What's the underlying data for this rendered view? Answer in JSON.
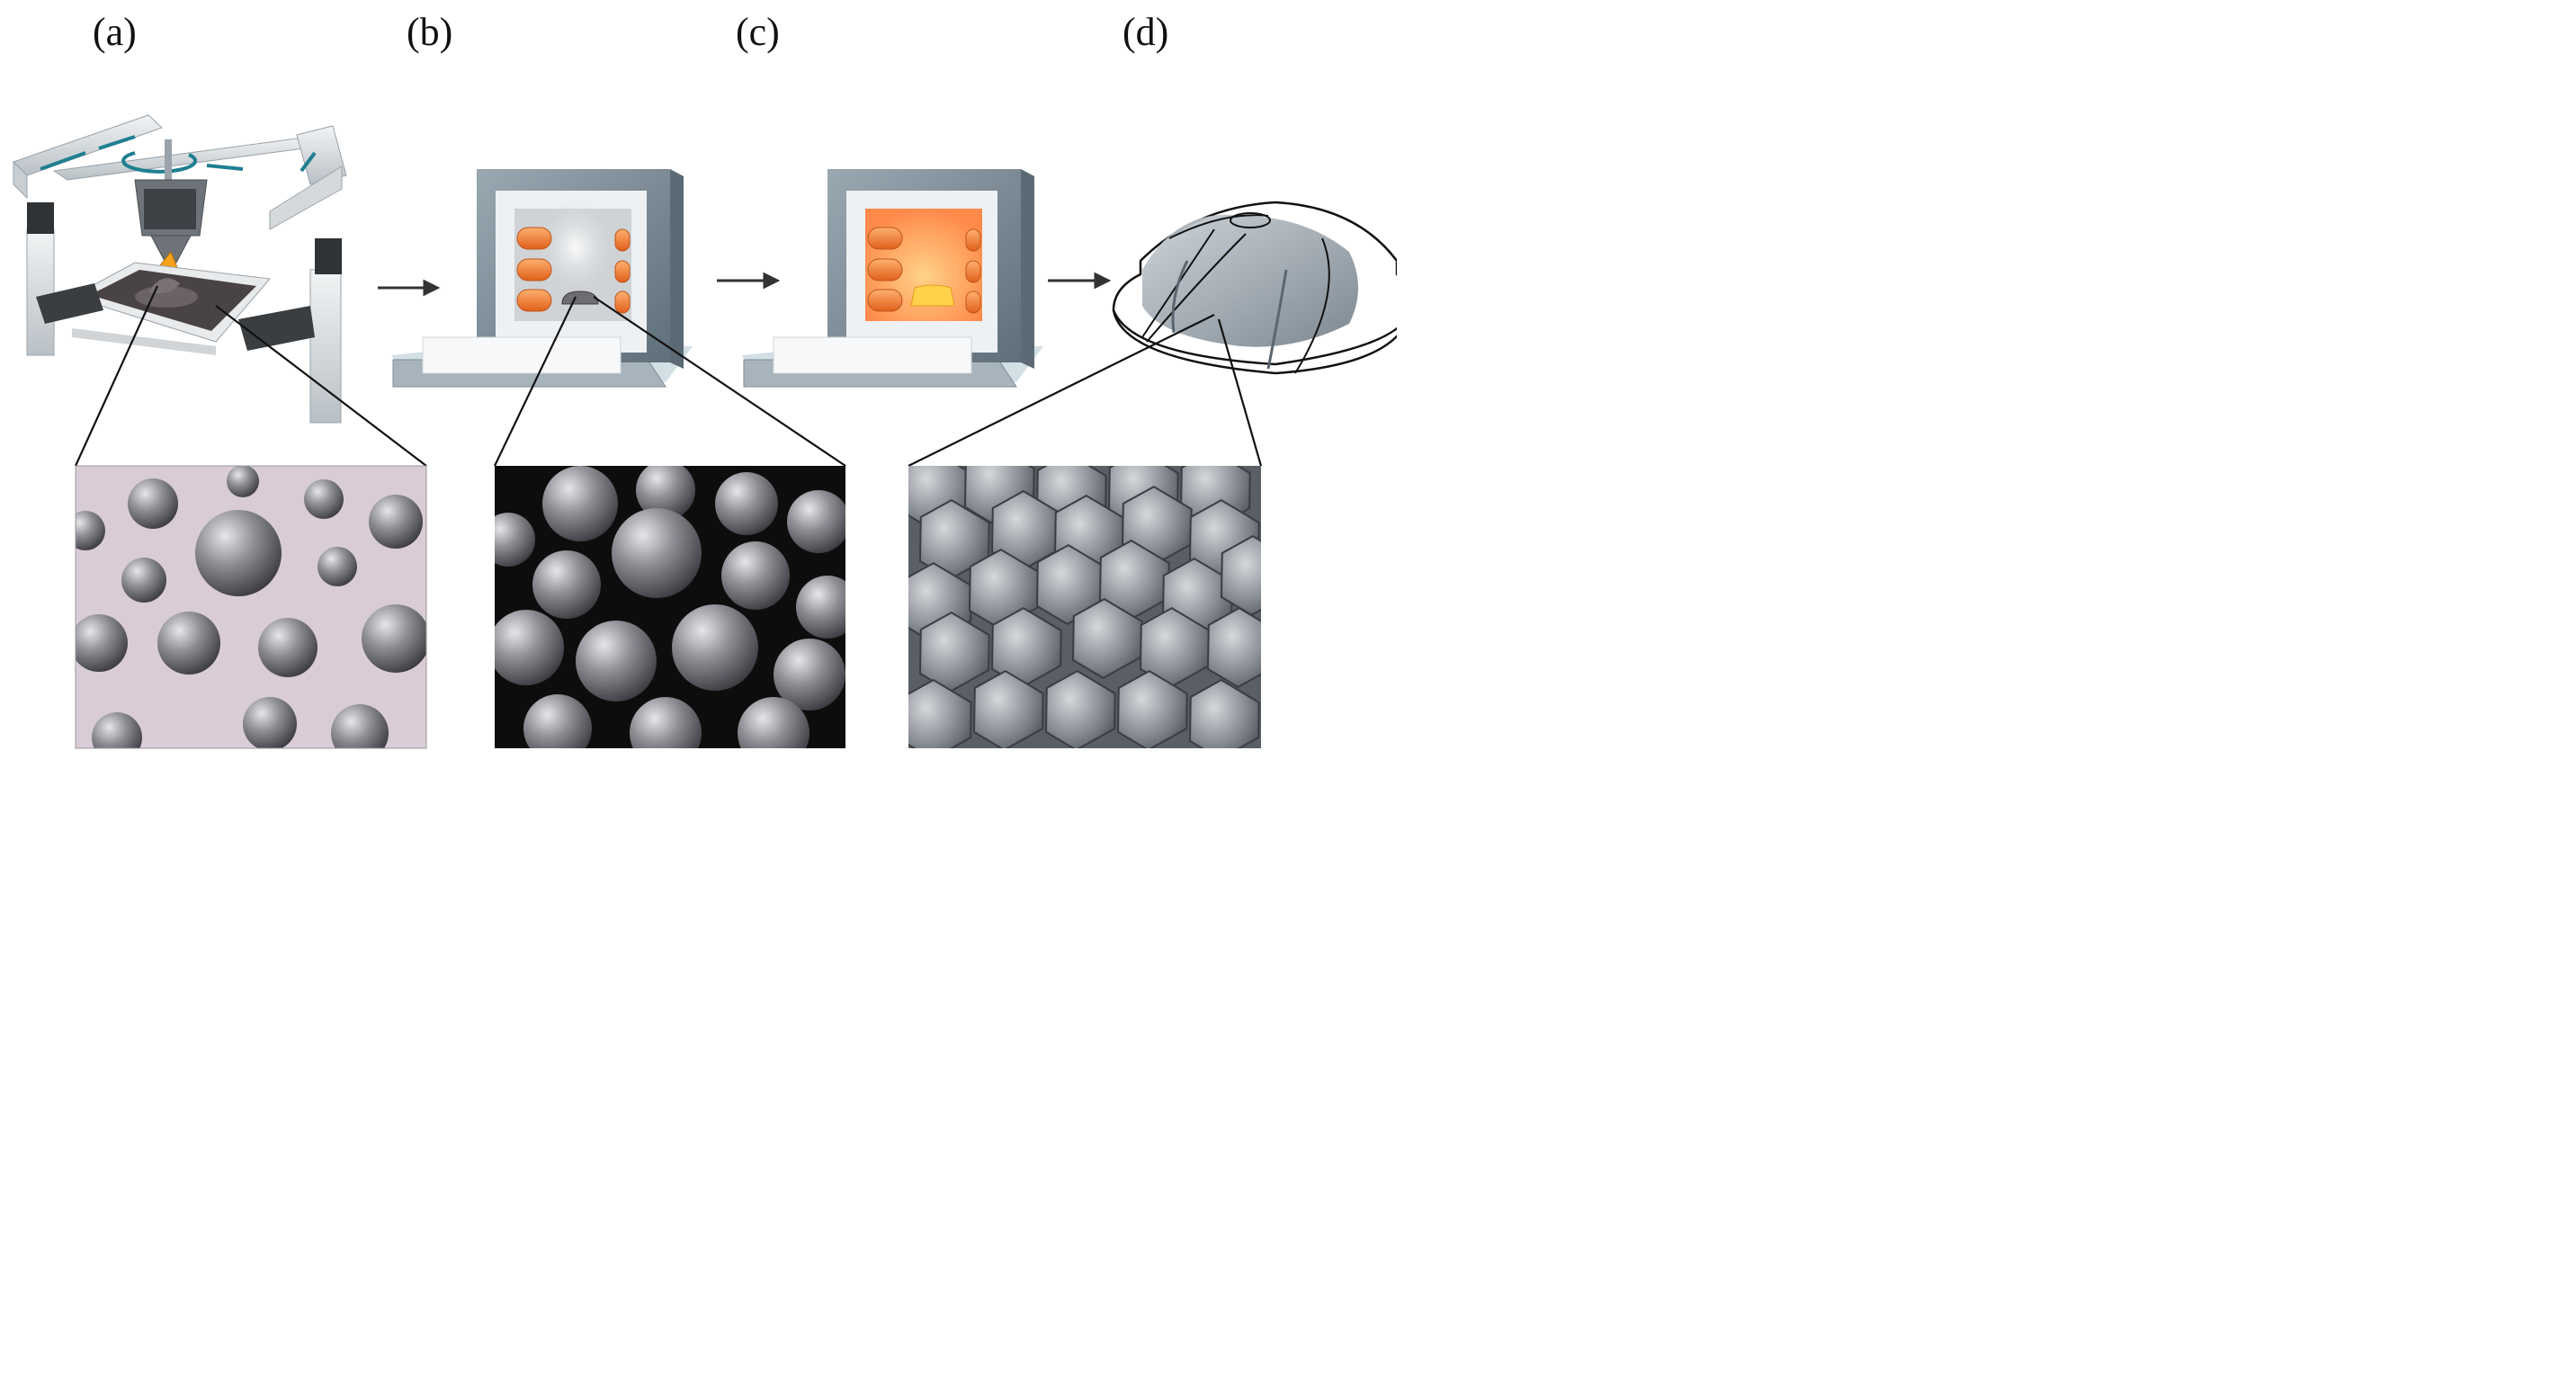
{
  "panels": [
    {
      "label": "(a)"
    },
    {
      "label": "(b)"
    },
    {
      "label": "(c)"
    },
    {
      "label": "(d)"
    }
  ],
  "colors": {
    "arrow": "#333333",
    "frame_metal": "#d9dde0",
    "teal_arrow": "#1f7f90",
    "furnace_shell": "#7d8d98",
    "furnace_inner": "#f4f6f8",
    "heater_orange": "#f07a2a",
    "hot_glow": "#ff9a4a",
    "pink_binder": "#d9ccd6",
    "sphere_gray": "#8a8a90",
    "black_bg": "#0d0d0d"
  }
}
